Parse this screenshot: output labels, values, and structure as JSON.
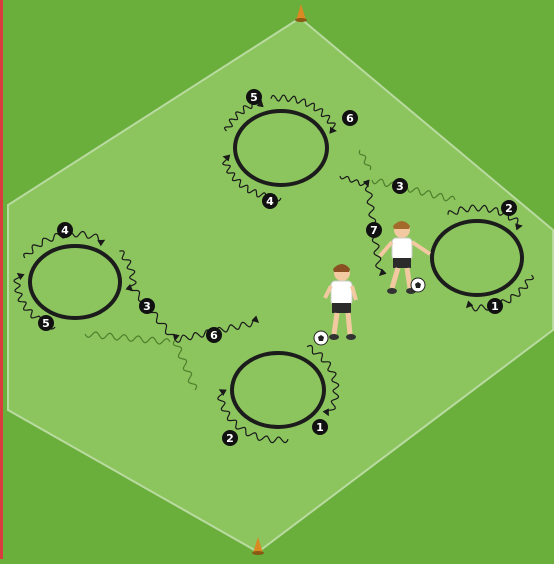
{
  "colors": {
    "outer_grass": "#6aae3c",
    "inner_field": "#8cc55e",
    "field_border": "#b9dba0",
    "border_left": "#d83c3c",
    "cone": "#d98a22",
    "hoop": "#1c1c1c",
    "path_dark": "#1a1a1a",
    "path_pass": "#4f7f2c",
    "badge_bg": "#111111",
    "badge_text": "#ffffff"
  },
  "stations": {
    "top": {
      "labels": [
        "5",
        "6",
        "3",
        "4"
      ]
    },
    "left": {
      "labels": [
        "4",
        "5",
        "3",
        "6"
      ]
    },
    "right": {
      "labels": [
        "2",
        "1",
        "7"
      ]
    },
    "bottom": {
      "labels": [
        "1",
        "2"
      ]
    }
  },
  "players": [
    {
      "name": "dribbling-player-right",
      "shirt": "#ffffff",
      "shorts": "#2b2b2b"
    },
    {
      "name": "dribbling-player-center",
      "shirt": "#ffffff",
      "shorts": "#2b2b2b"
    }
  ],
  "icons": [
    "cone-icon",
    "soccer-ball-icon",
    "hoop-icon"
  ]
}
